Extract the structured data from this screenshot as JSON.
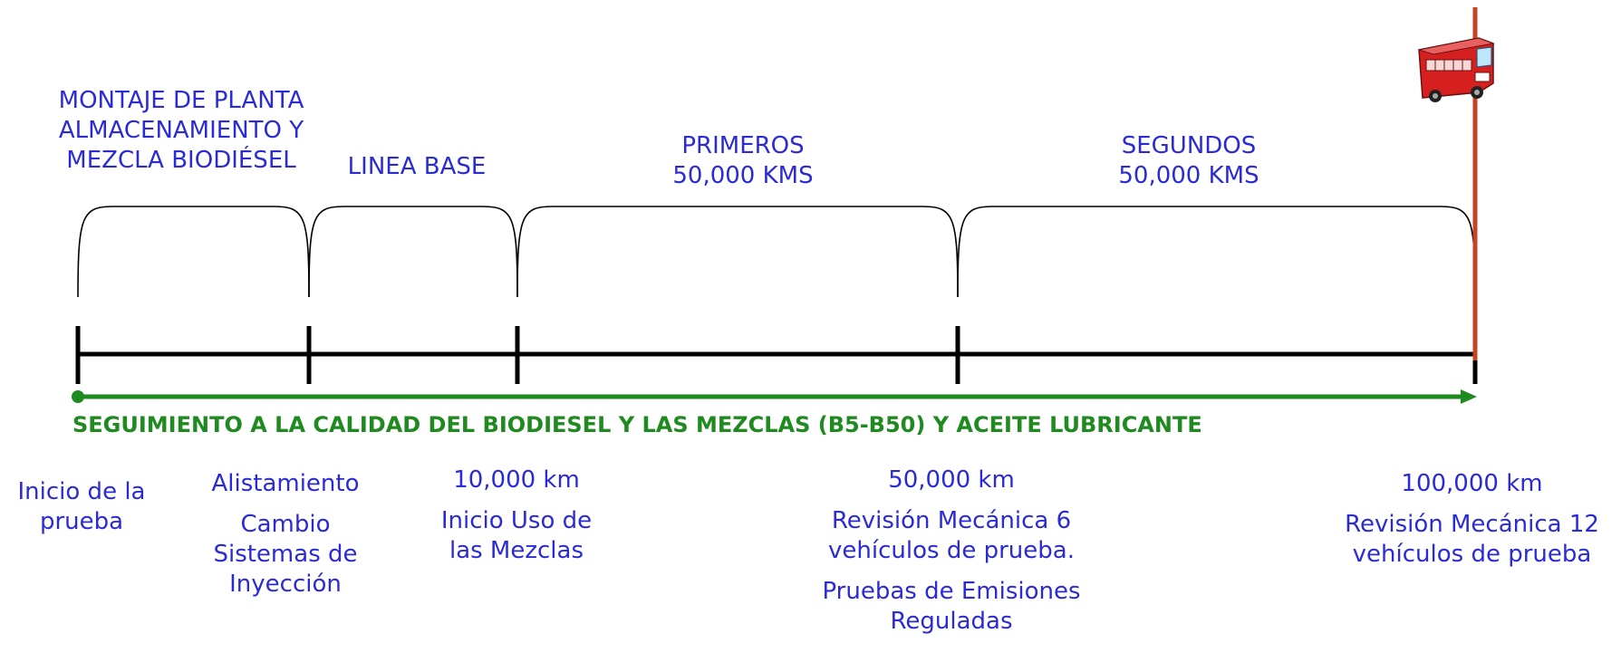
{
  "phases": [
    {
      "lines": [
        "MONTAJE DE PLANTA",
        "ALMACENAMIENTO Y",
        "MEZCLA BIODIÉSEL"
      ]
    },
    {
      "lines": [
        "LINEA BASE"
      ]
    },
    {
      "lines": [
        "PRIMEROS",
        "50,000 KMS"
      ]
    },
    {
      "lines": [
        "SEGUNDOS",
        "50,000 KMS"
      ]
    }
  ],
  "tracking_label": "SEGUIMIENTO A LA CALIDAD DEL BIODIESEL Y  LAS MEZCLAS (B5-B50) Y ACEITE LUBRICANTE",
  "milestones": [
    {
      "title": [
        "Inicio de la",
        "prueba"
      ],
      "blocks": []
    },
    {
      "title": [
        "Alistamiento"
      ],
      "blocks": [
        [
          "Cambio",
          "Sistemas de",
          "Inyección"
        ]
      ]
    },
    {
      "title": [
        "10,000 km"
      ],
      "blocks": [
        [
          "Inicio Uso de",
          "las Mezclas"
        ]
      ]
    },
    {
      "title": [
        "50,000 km"
      ],
      "blocks": [
        [
          "Revisión Mecánica 6",
          "vehículos de prueba."
        ],
        [
          "Pruebas de Emisiones",
          "Reguladas"
        ]
      ]
    },
    {
      "title": [
        "100,000 km"
      ],
      "blocks": [
        [
          "Revisión Mecánica 12",
          "vehículos de prueba"
        ]
      ]
    }
  ],
  "colors": {
    "label_text": "#2b2bd6",
    "tracking": "#1f8a1f",
    "axis": "#000000",
    "marker_line": "#c8431f",
    "bus_body": "#d62020"
  },
  "icons": {
    "bus": "bus-icon"
  }
}
